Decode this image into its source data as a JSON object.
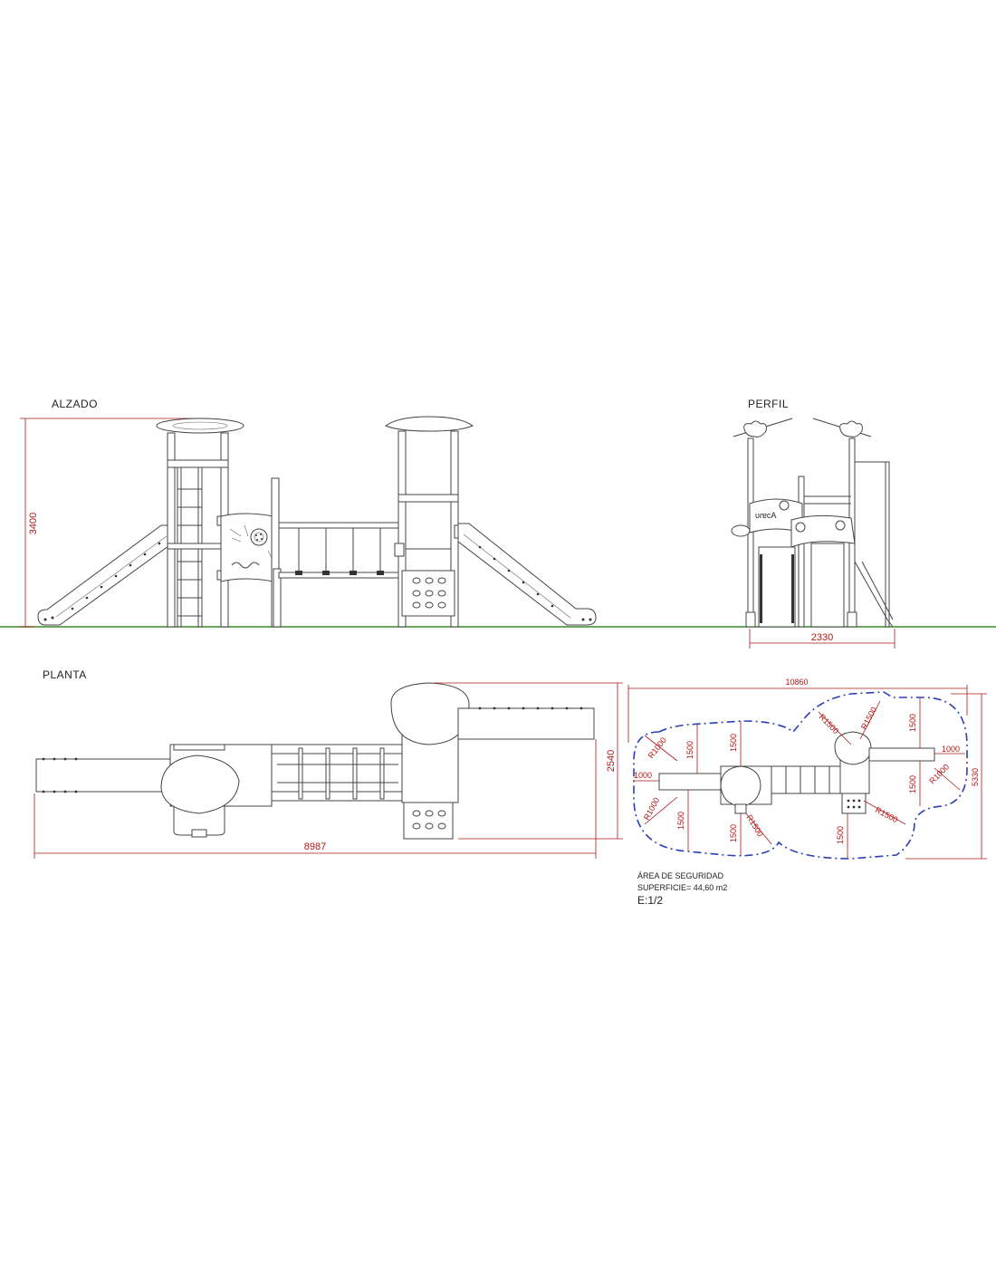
{
  "views": {
    "elevation_label": "ALZADO",
    "profile_label": "PERFIL",
    "plan_label": "PLANTA"
  },
  "dimensions": {
    "elevation_height": "3400",
    "profile_width": "2330",
    "plan_length": "8987",
    "plan_width": "2540",
    "safety_length": "10860",
    "safety_width": "5330",
    "d1000_a": "1000",
    "d1000_b": "1000",
    "d1500_a": "1500",
    "d1500_b": "1500",
    "d1500_c": "1500",
    "d1500_d": "1500",
    "d1500_e": "1500",
    "d1500_f": "1500",
    "d1500_g": "1500",
    "r1000_a": "R1000",
    "r1000_b": "R1000",
    "r1000_c": "R1000",
    "r1500_a": "R1500",
    "r1500_b": "R1500",
    "r1500_c": "R1500",
    "r1500_d": "R1500"
  },
  "profile_panel_text": "ᴜɾɐcA",
  "notes": {
    "safety_area": "ÁREA DE SEGURIDAD",
    "surface": "SUPERFICIE= 44,60 m2",
    "scale": "E:1/2"
  },
  "colors": {
    "dimension_red": "#b01818",
    "safety_blue": "#2c3fb5",
    "ground_green": "#3a8a2a"
  }
}
